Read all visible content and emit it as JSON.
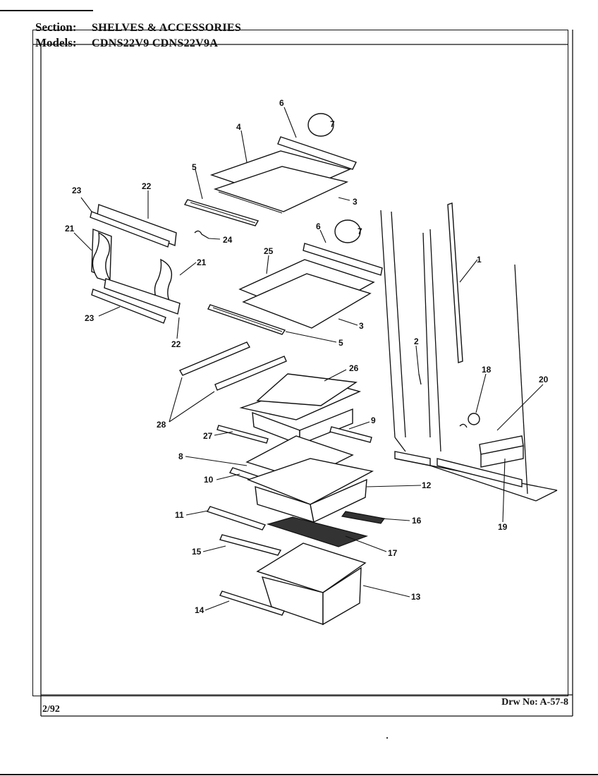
{
  "header": {
    "section_label": "Section:",
    "section_value": "SHELVES & ACCESSORIES",
    "models_label": "Models:",
    "models_value": "CDNS22V9  CDNS22V9A"
  },
  "footer": {
    "date": "2/92",
    "drawing_number": "Drw No: A-57-8"
  },
  "callouts": [
    {
      "id": "c1",
      "text": "1"
    },
    {
      "id": "c2",
      "text": "2"
    },
    {
      "id": "c3a",
      "text": "3"
    },
    {
      "id": "c3b",
      "text": "3"
    },
    {
      "id": "c4",
      "text": "4"
    },
    {
      "id": "c5a",
      "text": "5"
    },
    {
      "id": "c5b",
      "text": "5"
    },
    {
      "id": "c6a",
      "text": "6"
    },
    {
      "id": "c6b",
      "text": "6"
    },
    {
      "id": "c7a",
      "text": "7"
    },
    {
      "id": "c7b",
      "text": "7"
    },
    {
      "id": "c8",
      "text": "8"
    },
    {
      "id": "c9",
      "text": "9"
    },
    {
      "id": "c10",
      "text": "10"
    },
    {
      "id": "c11",
      "text": "11"
    },
    {
      "id": "c12",
      "text": "12"
    },
    {
      "id": "c13",
      "text": "13"
    },
    {
      "id": "c14",
      "text": "14"
    },
    {
      "id": "c15",
      "text": "15"
    },
    {
      "id": "c16",
      "text": "16"
    },
    {
      "id": "c17",
      "text": "17"
    },
    {
      "id": "c18",
      "text": "18"
    },
    {
      "id": "c19",
      "text": "19"
    },
    {
      "id": "c20",
      "text": "20"
    },
    {
      "id": "c21a",
      "text": "21"
    },
    {
      "id": "c21b",
      "text": "21"
    },
    {
      "id": "c22a",
      "text": "22"
    },
    {
      "id": "c22b",
      "text": "22"
    },
    {
      "id": "c23a",
      "text": "23"
    },
    {
      "id": "c23b",
      "text": "23"
    },
    {
      "id": "c24",
      "text": "24"
    },
    {
      "id": "c25",
      "text": "25"
    },
    {
      "id": "c26",
      "text": "26"
    },
    {
      "id": "c27",
      "text": "27"
    },
    {
      "id": "c28",
      "text": "28"
    }
  ]
}
